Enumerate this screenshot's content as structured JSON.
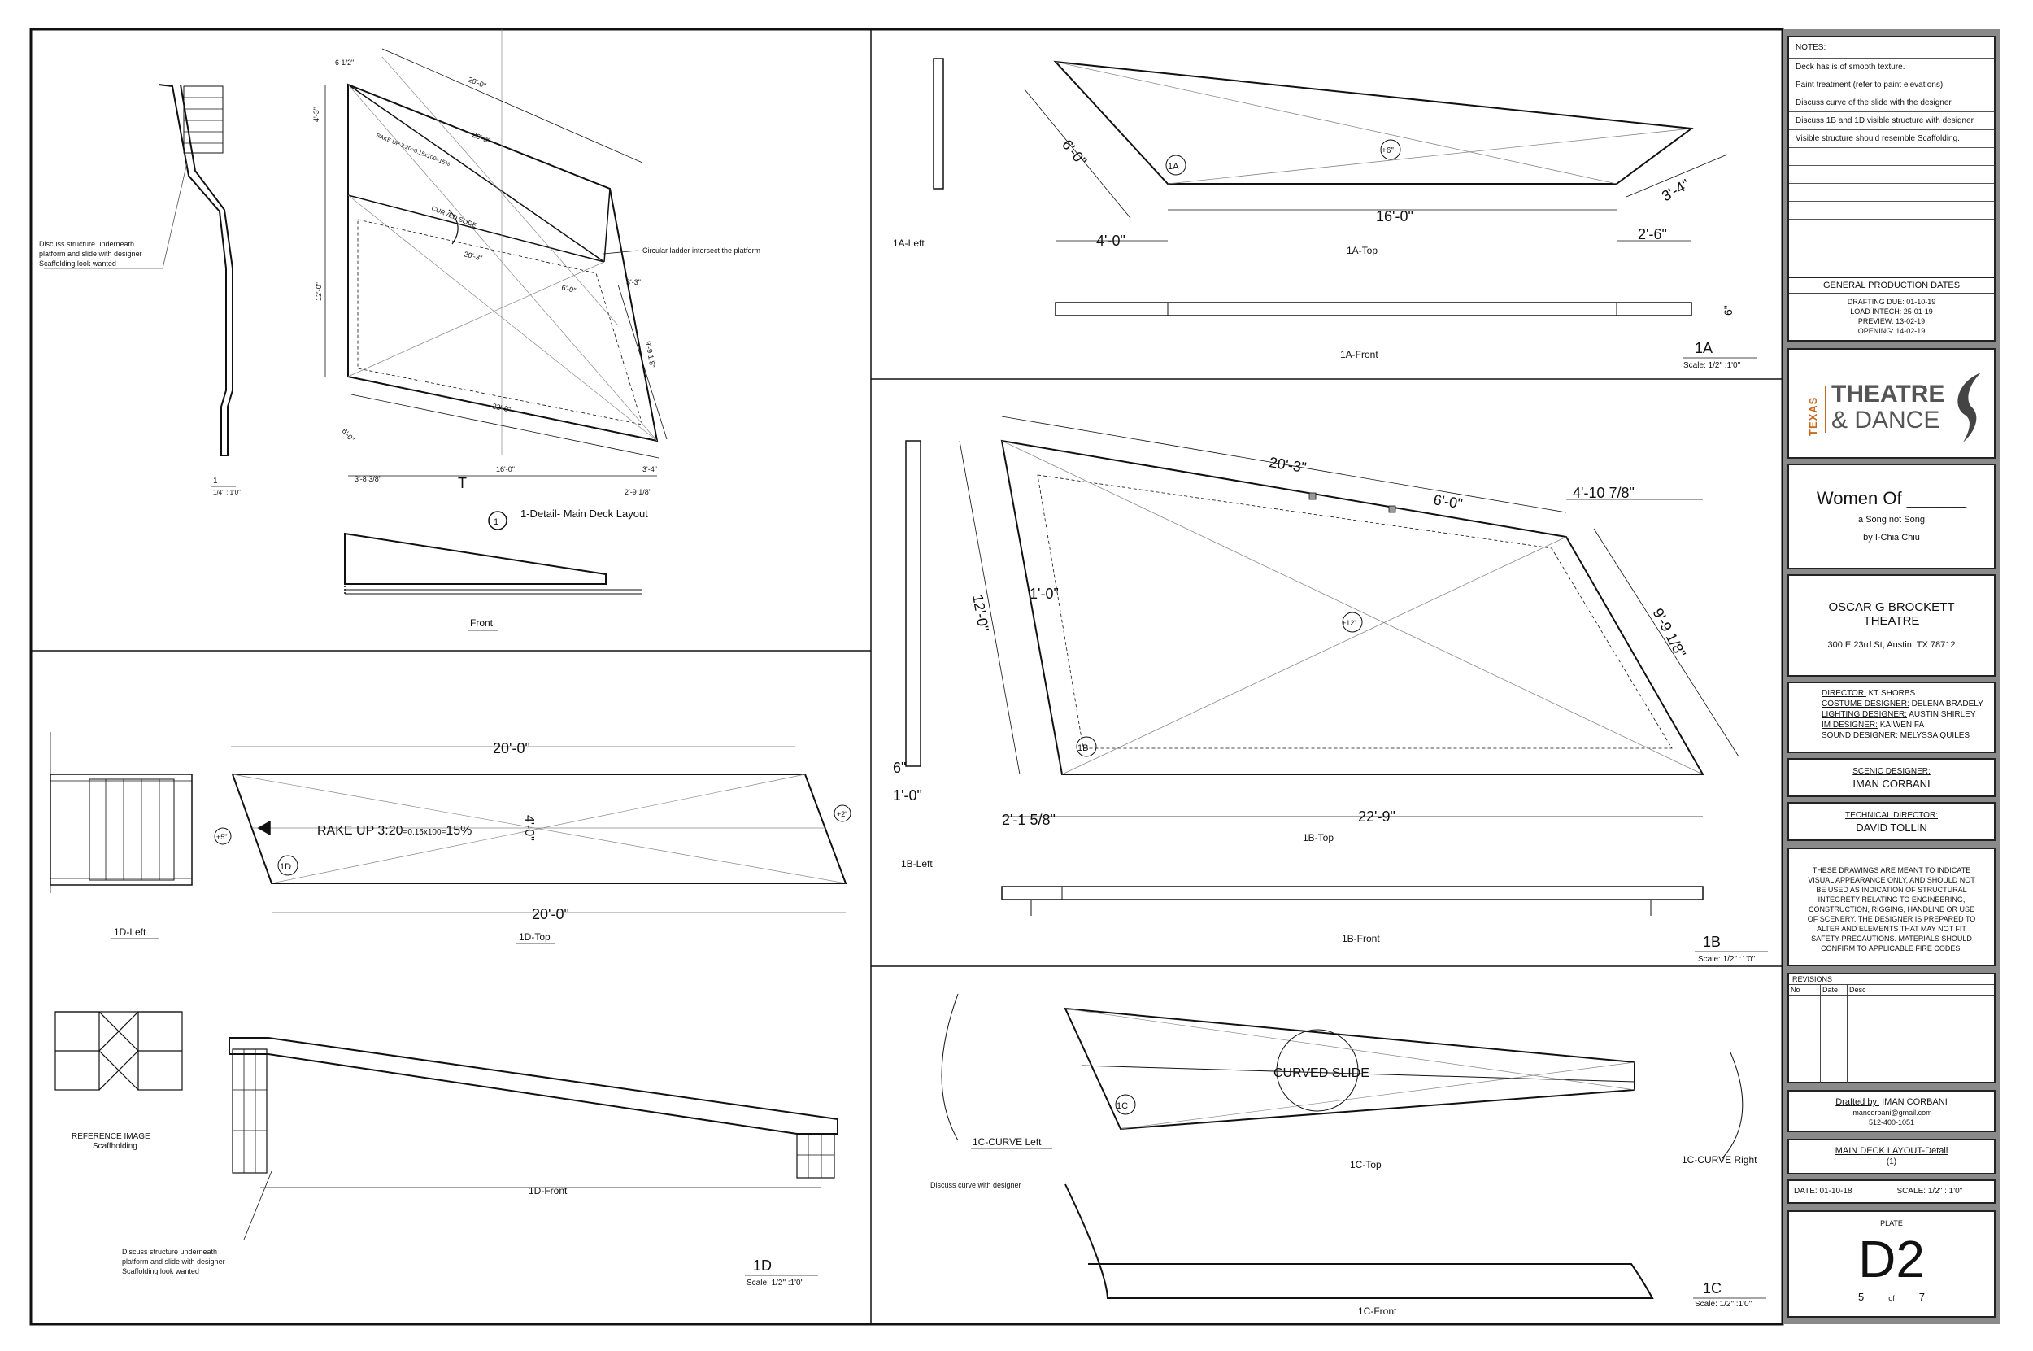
{
  "notes": {
    "title": "NOTES:",
    "items": [
      "Deck has is of smooth texture.",
      "Paint treatment (refer to paint elevations)",
      "Discuss curve of the slide with the designer",
      "Discuss 1B and 1D visible structure with designer",
      "Visible structure should resemble Scaffolding.",
      "",
      "",
      "",
      "",
      ""
    ]
  },
  "dates": {
    "title": "GENERAL PRODUCTION DATES",
    "lines": [
      "DRAFTING DUE: 01-10-19",
      "LOAD INTECH: 25-01-19",
      "PREVIEW: 13-02-19",
      "OPENING: 14-02-19"
    ]
  },
  "logo": {
    "texas": "TEXAS",
    "line1": "THEATRE",
    "line2": "& DANCE",
    "accent": "#c36a1f"
  },
  "show": {
    "title": "Women Of ______",
    "subtitle": "a Song not Song",
    "author": "by I-Chia Chiu"
  },
  "venue": {
    "name1": "OSCAR G BROCKETT",
    "name2": "THEATRE",
    "address": "300 E 23rd St, Austin, TX 78712"
  },
  "crew": [
    {
      "role": "DIRECTOR:",
      "name": "KT SHORBS"
    },
    {
      "role": "COSTUME DESIGNER:",
      "name": "DELENA BRADELY"
    },
    {
      "role": "LIGHTING DESIGNER:",
      "name": "AUSTIN SHIRLEY"
    },
    {
      "role": "IM DESIGNER:",
      "name": "KAIWEN FA"
    },
    {
      "role": "SOUND DESIGNER:",
      "name": "MELYSSA QUILES"
    }
  ],
  "scenic": {
    "role": "SCENIC DESIGNER:",
    "name": "IMAN CORBANI"
  },
  "td": {
    "role": "TECHNICAL DIRECTOR:",
    "name": "DAVID TOLLIN"
  },
  "disclaimer": "THESE DRAWINGS ARE MEANT TO INDICATE VISUAL APPEARANCE ONLY, AND SHOULD NOT BE USED AS INDICATION OF STRUCTURAL INTEGRETY RELATING TO ENGINEERING, CONSTRUCTION, RIGGING, HANDLINE OR USE OF SCENERY. THE DESIGNER IS PREPARED TO ALTER AND ELEMENTS THAT MAY NOT FIT SAFETY PRECAUTIONS. MATERIALS SHOULD CONFIRM TO APPLICABLE FIRE CODES.",
  "revisions": {
    "title": "REVISIONS",
    "cols": [
      "No",
      "Date",
      "Desc"
    ]
  },
  "drafted": {
    "label": "Drafted by:",
    "name": "IMAN CORBANI",
    "email": "imancorbani@gmail.com",
    "phone": "512-400-1051"
  },
  "sheet": {
    "title": "MAIN DECK LAYOUT-Detail",
    "sub": "(1)",
    "date": "DATE: 01-10-18",
    "scale": "SCALE: 1/2\" : 1'0\"",
    "plate_label": "PLATE",
    "plate": "D2",
    "num": "5",
    "of": "of",
    "total": "7"
  },
  "d1": {
    "dims": [
      "6 1/2\"",
      "20'-0\"",
      "20'-0\"",
      "4'-3\"",
      "12'-0\"",
      "3'-3\"",
      "9'-9 1/8\"",
      "22'-9\"",
      "6'-0\"",
      "16'-0\"",
      "3'-8 3/8\"",
      "2'-9 1/8\"",
      "3'-4\"",
      "20'-3\"",
      "6'-0\""
    ],
    "rake": "RAKE UP 3:20=0.15x100=15%",
    "slide": "CURVED SLIDE",
    "ladder_note": "Circular ladder intersect the platform",
    "note": [
      "Discuss structure underneath",
      "platform and slide with designer",
      "Scaffolding look wanted"
    ],
    "side_label": "1",
    "side_scale": "1/4\" : 1'0\"",
    "detail_num": "1",
    "detail_title": "1-Detail- Main Deck Layout",
    "front": "Front",
    "tee": "T"
  },
  "d1A": {
    "dims": [
      "6'-0\"",
      "16'-0\"",
      "4'-0\"",
      "2'-6\"",
      "3'-4\"",
      "6\""
    ],
    "tag": "1A",
    "rise": "+6\"",
    "left": "1A-Left",
    "top": "1A-Top",
    "front": "1A-Front",
    "num": "1A",
    "scale": "Scale: 1/2\" :1'0\""
  },
  "d1B": {
    "dims": [
      "20'-3\"",
      "6'-0\"",
      "4'-10 7/8\"",
      "12'-0\"",
      "1'-0\"",
      "9'-9 1/8\"",
      "2'-1 5/8\"",
      "22'-9\"",
      "6\"",
      "1'-0\""
    ],
    "tag": "1B",
    "rise": "+12\"",
    "left": "1B-Left",
    "top": "1B-Top",
    "front": "1B-Front",
    "num": "1B",
    "scale": "Scale: 1/2\" :1'0\""
  },
  "d1C": {
    "slide": "CURVED SLIDE",
    "tag": "1C",
    "cl": "1C-CURVE Left",
    "cr": "1C-CURVE Right",
    "top": "1C-Top",
    "front": "1C-Front",
    "note": "Discuss curve with designer",
    "num": "1C",
    "scale": "Scale: 1/2\" :1'0\""
  },
  "d1D": {
    "dims": [
      "20'-0\"",
      "20'-0\"",
      "4'-0\""
    ],
    "rake": "RAKE UP 3:20",
    "rake_small": "=0.15x100=",
    "rake_pct": "15%",
    "tag": "1D",
    "rise_l": "+5\"",
    "rise_r": "+2\"",
    "left": "1D-Left",
    "top": "1D-Top",
    "front": "1D-Front",
    "ref1": "REFERENCE IMAGE",
    "ref2": "Scaffholding",
    "note": [
      "Discuss structure underneath",
      "platform and slide with designer",
      "Scaffolding look wanted"
    ],
    "num": "1D",
    "scale": "Scale: 1/2\" :1'0\""
  }
}
